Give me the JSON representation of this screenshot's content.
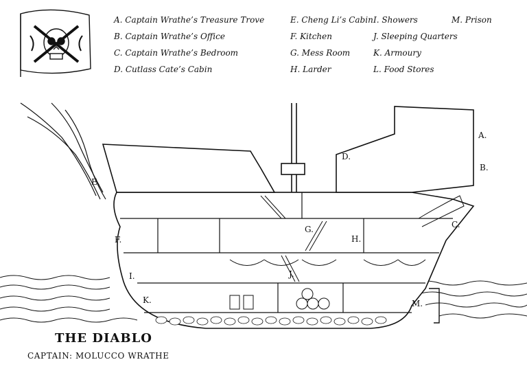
{
  "legend": [
    {
      "key": "A",
      "text": "A. Captain Wrathe’s Treasure Trove"
    },
    {
      "key": "B",
      "text": "B. Captain Wrathe’s Office"
    },
    {
      "key": "C",
      "text": "C. Captain Wrathe’s Bedroom"
    },
    {
      "key": "D",
      "text": "D. Cutlass Cate’s Cabin"
    },
    {
      "key": "E",
      "text": "E. Cheng Li’s Cabin"
    },
    {
      "key": "F",
      "text": "F. Kitchen"
    },
    {
      "key": "G",
      "text": "G. Mess Room"
    },
    {
      "key": "H",
      "text": "H. Larder"
    },
    {
      "key": "I",
      "text": "I. Showers"
    },
    {
      "key": "J",
      "text": "J. Sleeping Quarters"
    },
    {
      "key": "K",
      "text": "K. Armoury"
    },
    {
      "key": "L",
      "text": "L. Food Stores"
    },
    {
      "key": "M",
      "text": "M. Prison"
    }
  ],
  "callouts": {
    "A": "A.",
    "B": "B.",
    "C": "C.",
    "D": "D.",
    "E": "E.",
    "F": "F.",
    "G": "G.",
    "H": "H.",
    "I": "I.",
    "J": "J.",
    "K": "K.",
    "M": "M."
  },
  "ship": {
    "title": "THE DIABLO",
    "captain": "CAPTAIN: MOLUCCO WRATHE"
  },
  "colors": {
    "ink": "#111111",
    "paper": "#ffffff",
    "shade": "#cfcfcf"
  },
  "icons": {
    "flag": "skull-and-crossbones-flag-icon"
  }
}
